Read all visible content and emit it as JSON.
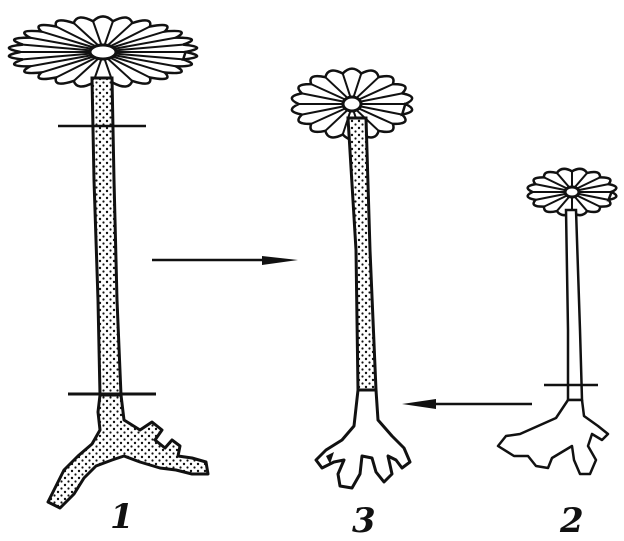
{
  "figure": {
    "labels": {
      "plant_1": "1",
      "plant_3": "3",
      "plant_2": "2"
    },
    "colors": {
      "ink": "#111111",
      "background": "#ffffff"
    }
  }
}
